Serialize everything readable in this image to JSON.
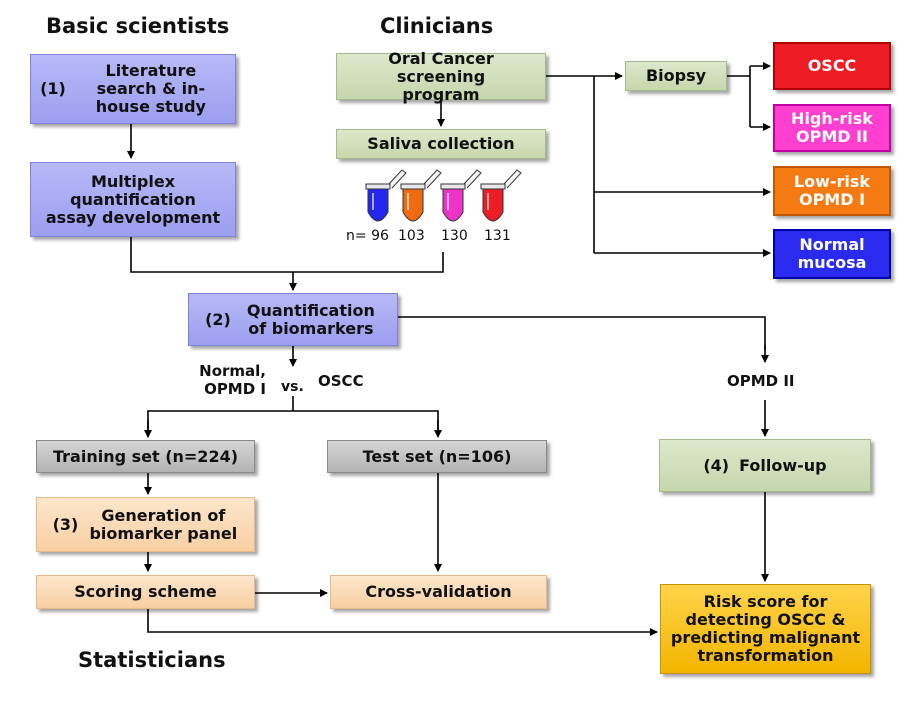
{
  "headings": {
    "basic_scientists": "Basic scientists",
    "clinicians": "Clinicians",
    "statisticians": "Statisticians"
  },
  "boxes": {
    "literature": {
      "num": "(1)",
      "text": "Literature search & in-house study"
    },
    "multiplex": "Multiplex quantification assay development",
    "screening": "Oral Cancer screening program",
    "saliva": "Saliva collection",
    "biopsy": "Biopsy",
    "oscc": "OSCC",
    "high_risk": "High-risk OPMD II",
    "low_risk": "Low-risk OPMD I",
    "normal_mucosa": "Normal mucosa",
    "quantification": {
      "num": "(2)",
      "text": "Quantification of biomarkers"
    },
    "training": "Training set (n=224)",
    "test": "Test set (n=106)",
    "panel": {
      "num": "(3)",
      "text": "Generation of biomarker panel"
    },
    "scoring": "Scoring scheme",
    "cross_validation": "Cross-validation",
    "followup": {
      "num": "(4)",
      "text": "Follow-up"
    },
    "risk_score": "Risk score for detecting OSCC & predicting malignant transformation"
  },
  "labels": {
    "normal_opmd": "Normal, OPMD I",
    "vs": "vs.",
    "oscc": "OSCC",
    "opmd2": "OPMD II"
  },
  "samples": {
    "n_prefix": "n=",
    "counts": [
      "96",
      "103",
      "130",
      "131"
    ],
    "colors": [
      "#2626f0",
      "#f06a10",
      "#f033c8",
      "#ee1c24"
    ]
  }
}
